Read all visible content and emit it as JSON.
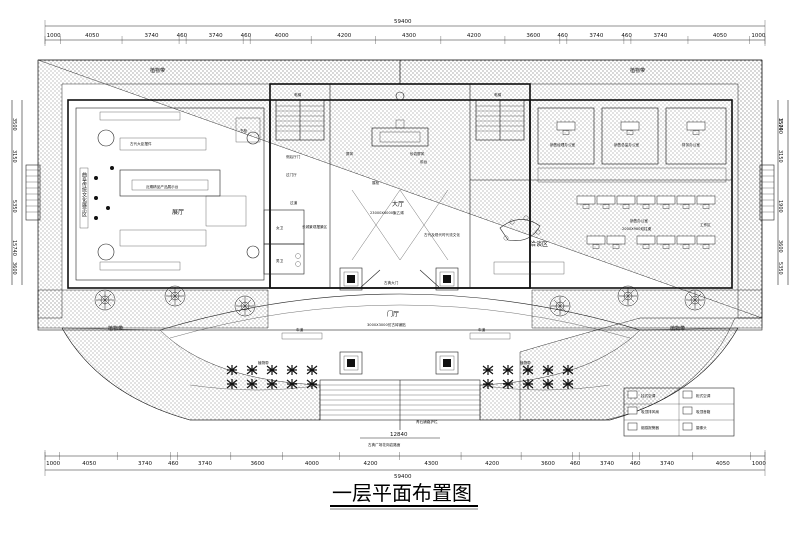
{
  "drawing": {
    "title": "一层平面布置图",
    "overall_dimension": "59400",
    "center_dimension": "12840"
  },
  "dimensions": {
    "top_segments": [
      "1000",
      "4050",
      "3740",
      "460",
      "3740",
      "460",
      "4000",
      "4200",
      "4300",
      "4200",
      "3600",
      "460",
      "3740",
      "460",
      "3740",
      "4050",
      "1000"
    ],
    "bottom_segments": [
      "1000",
      "4050",
      "3740",
      "460",
      "3740",
      "3600",
      "4000",
      "4200",
      "4300",
      "4200",
      "3600",
      "460",
      "3740",
      "460",
      "3740",
      "4050",
      "1000"
    ],
    "left_segments": [
      "3500",
      "3150",
      "5350",
      "3600",
      "15740"
    ],
    "right_segments": [
      "3500",
      "3150",
      "1900",
      "5350",
      "3600",
      "15740"
    ]
  },
  "labels": {
    "planting_tl": "植物带",
    "planting_tr": "植物带",
    "planting_bl": "植物带",
    "planting_br": "植物带",
    "planting_front_l": "植物带",
    "planting_front_r": "植物带",
    "exhibition_hall": "展厅",
    "lobby": "大厅",
    "lobby_size": "23000X6000聚乙烯",
    "foyer": "门厅",
    "foyer_size": "3000X3000仿古砖铺贴",
    "ancient_gate": "古典大门",
    "talk_area": "洽谈区",
    "open_office": "销售办公室",
    "open_office_size": "2000X900双柱桌",
    "sales_mgr": "销售经理办公室",
    "sales_dir": "销售总监办公室",
    "finance": "财务办公室",
    "work_area": "工作区",
    "wc_f": "女卫",
    "wc_m": "男卫",
    "corridor": "过道",
    "back_door": "侧后厅门",
    "mid_door": "过门厅",
    "front_desk": "前台",
    "reception_wall": "砂岩屏风",
    "screen": "屏风",
    "sand_table": "沙盘",
    "model_area": "古代大臣摆件",
    "products": "近期精品产品展示台",
    "long_art": "长城景观摆景区",
    "history": "古代及现代时代流文化",
    "stone_road": "青石铺路护栏",
    "bottom_note": "古典广场花岗岩路面",
    "left_vertical": "曲阜传统文化展示区",
    "lobby_note": "展柜",
    "reception": "总台",
    "lift_l": "电梯",
    "lift_r": "电梯",
    "shu": "书柜",
    "car_l": "车道",
    "car_r": "车道"
  },
  "legend": {
    "items": [
      {
        "label": "挂式空调"
      },
      {
        "label": "柜式空调"
      },
      {
        "label": "吸顶排风扇"
      },
      {
        "label": "吸顶音箱"
      },
      {
        "label": "烟感报警器"
      },
      {
        "label": "摄像头"
      }
    ]
  }
}
